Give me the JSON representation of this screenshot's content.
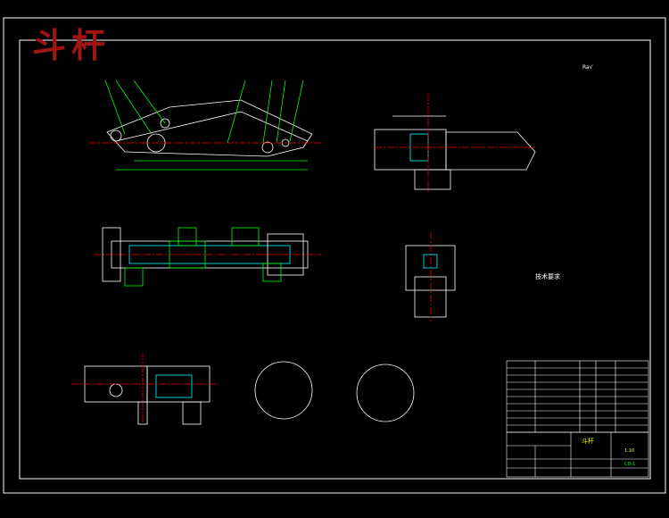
{
  "watermark": "斗杆",
  "colors": {
    "background": "#000000",
    "outline": "#ffffff",
    "dimension": "#00ff00",
    "centerline": "#ff0000",
    "hatch": "#00ffff",
    "watermark": "#a01414",
    "highlight": "#ffff00"
  },
  "drawing": {
    "roughness_symbol": "Ra√",
    "notes_title": "技术要求",
    "title_block": {
      "part_name": "斗杆",
      "scale": "1:10",
      "drawing_code": "CD-1"
    }
  }
}
